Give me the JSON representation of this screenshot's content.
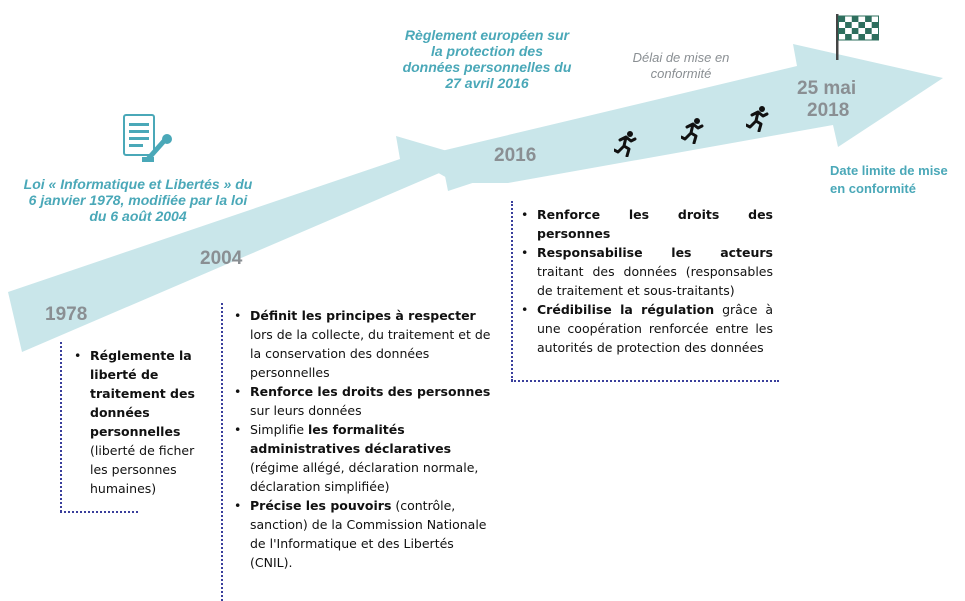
{
  "colors": {
    "arrow": "#c9e6ea",
    "teal": "#4aa8b8",
    "year_gray": "#8a8f93",
    "dotted": "#3a3f9c"
  },
  "years": {
    "y1978": "1978",
    "y2004": "2004",
    "y2016": "2016",
    "y2018_line1": "25 mai",
    "y2018_line2": "2018"
  },
  "loi_title": "Loi « Informatique et Libertés » du 6 janvier 1978, modifiée par la loi du 6 août 2004",
  "rgpd_title": "Règlement européen sur la protection des données personnelles du 27 avril 2016",
  "delai": "Délai de mise en conformité",
  "deadline": "Date limite de mise en conformité",
  "icons": [
    "document-stamp-icon",
    "runner-icon",
    "runner-icon",
    "runner-icon",
    "checkered-flag-icon"
  ],
  "box1978": {
    "b1_bold": "Réglemente la liberté de traitement des données personnelles",
    "b1_rest": " (liberté de ficher les personnes humaines)"
  },
  "box2004": {
    "b1_bold": "Définit les principes à respecter",
    "b1_rest": " lors de la collecte, du traitement et de la conservation des données personnelles",
    "b2_bold": "Renforce les droits des personnes",
    "b2_rest": " sur leurs données",
    "b3_pre": "Simplifie ",
    "b3_bold": "les formalités administratives déclaratives",
    "b3_rest": " (régime allégé, déclaration normale, déclaration simplifiée)",
    "b4_bold": "Précise les pouvoirs",
    "b4_rest": " (contrôle, sanction) de la Commission Nationale de l'Informatique et des Libertés (CNIL)."
  },
  "box2016": {
    "b1_bold": "Renforce les droits des personnes",
    "b2_bold": "Responsabilise les acteurs",
    "b2_rest": " traitant des données (responsables de traitement et sous-traitants)",
    "b3_bold": "Crédibilise la régulation",
    "b3_rest": " grâce à une coopération renforcée entre les autorités de protection des données"
  }
}
